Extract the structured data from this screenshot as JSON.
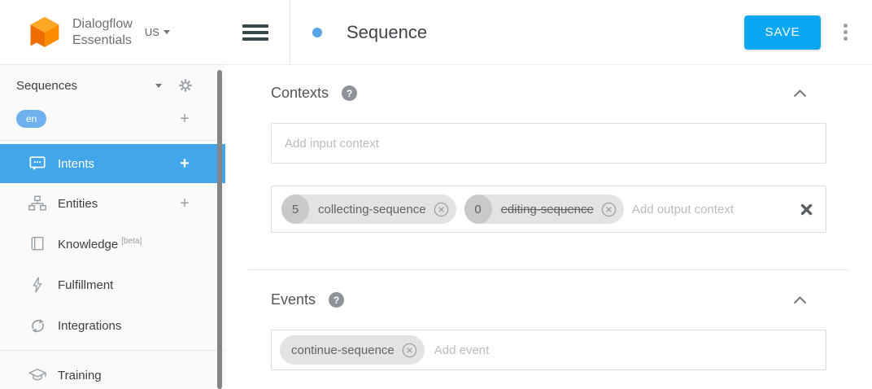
{
  "brand": {
    "line1": "Dialogflow",
    "line2": "Essentials",
    "region": "US"
  },
  "toolbar": {
    "title": "Sequence",
    "save": "SAVE"
  },
  "sidebar": {
    "agent": "Sequences",
    "language": "en",
    "add_glyph": "+",
    "items": {
      "intents": {
        "label": "Intents",
        "add": "+"
      },
      "entities": {
        "label": "Entities",
        "add": "+"
      },
      "knowledge": {
        "label": "Knowledge",
        "badge": "[beta]"
      },
      "fulfillment": {
        "label": "Fulfillment"
      },
      "integrations": {
        "label": "Integrations"
      },
      "training": {
        "label": "Training"
      }
    }
  },
  "contexts": {
    "title": "Contexts",
    "help_glyph": "?",
    "input_placeholder": "Add input context",
    "output_placeholder": "Add output context",
    "output_chips": [
      {
        "lifespan": "5",
        "name": "collecting-sequence"
      },
      {
        "lifespan": "0",
        "name": "editing-sequence"
      }
    ]
  },
  "events": {
    "title": "Events",
    "help_glyph": "?",
    "placeholder": "Add event",
    "chips": [
      {
        "name": "continue-sequence"
      }
    ]
  },
  "colors": {
    "accent_blue": "#44a6ea",
    "save_blue": "#0ca7f2",
    "badge_blue": "#6fb1ee",
    "logo_orange": "#f57c00"
  }
}
